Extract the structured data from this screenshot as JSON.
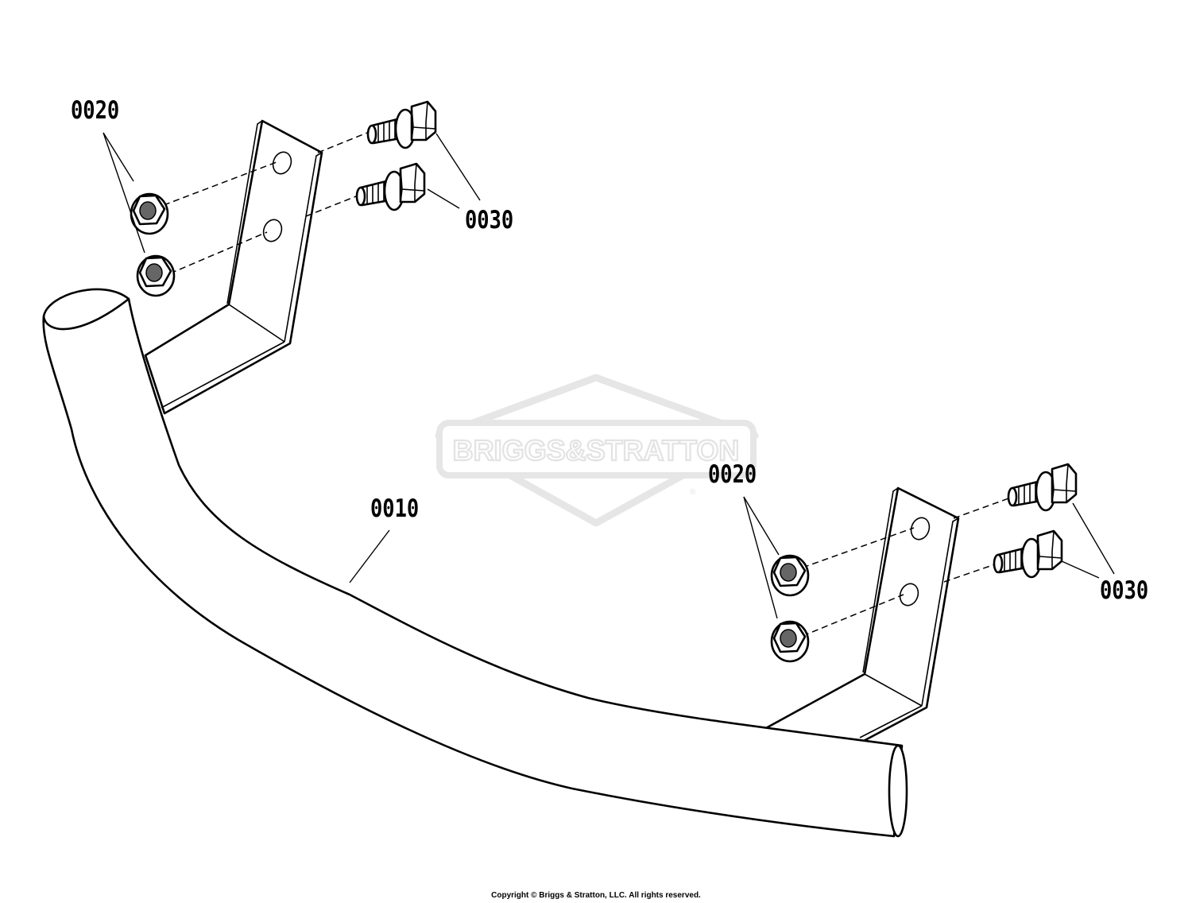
{
  "watermark": {
    "brand_text": "BRIGGS&STRATTON",
    "registered_mark": "®",
    "color": "#e6e6e6"
  },
  "callouts": {
    "tube": "0010",
    "nuts_upper": "0020",
    "nuts_lower": "0020",
    "screws_upper": "0030",
    "screws_lower": "0030"
  },
  "copyright": "Copyright © Briggs & Stratton, LLC. All rights reserved."
}
